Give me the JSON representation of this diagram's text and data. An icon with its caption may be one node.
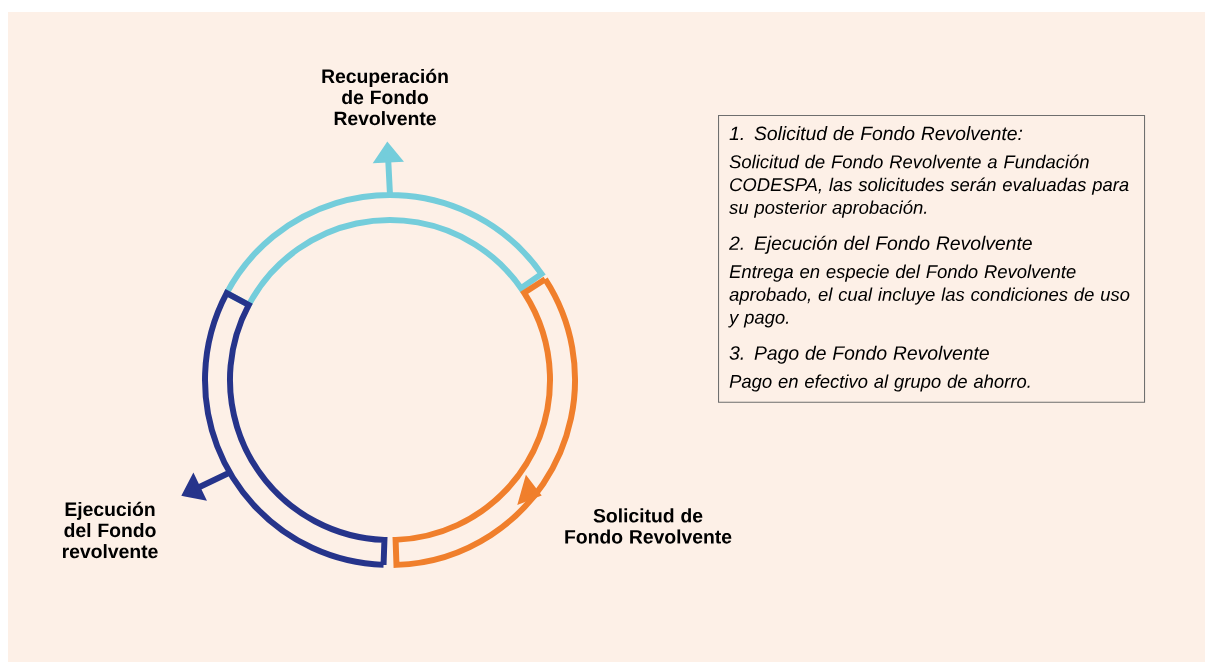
{
  "diagram": {
    "nodes": [
      {
        "text": [
          "Recuperación de Fondo Revolvente"
        ]
      },
      {
        "text": [
          "Solicitud de Fondo Revolvente"
        ]
      },
      {
        "text": [
          "Ejecución del Fondo revolvente"
        ]
      },
      {
        "text": [
          "1. Solicitud de Fondo Revolvente:",
          "Solicitud de Fondo Revolvente a Fundación CODESPA, las solicitudes serán evaluadas para su posterior aprobación.",
          "2. Ejecución del Fondo Revolvente",
          "Entrega en especie del Fondo Revolvente aprobado, el cual incluye las condiciones de uso y pago.",
          "3. Pago de Fondo Revolvente",
          "Pago en efectivo al grupo de ahorro."
        ]
      }
    ],
    "edges": [
      {
        "from": null,
        "to": 0,
        "arrow": "to",
        "color": "#74cddb"
      },
      {
        "from": null,
        "to": 1,
        "arrow": "to",
        "color": "#f07f2c"
      },
      {
        "from": null,
        "to": 2,
        "arrow": "to",
        "color": "#26348b"
      }
    ]
  }
}
